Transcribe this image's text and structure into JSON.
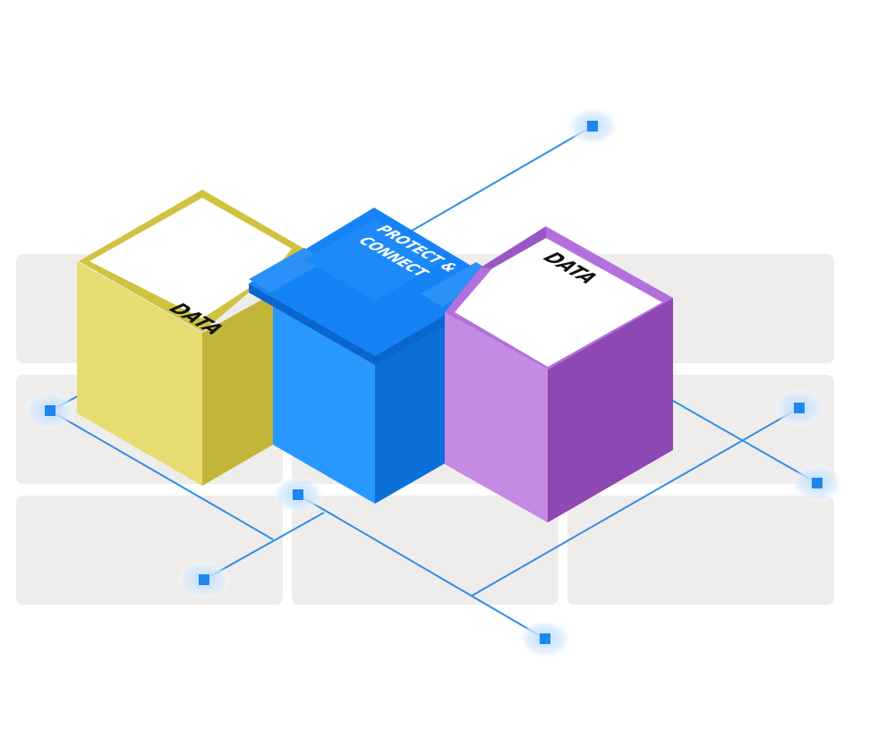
{
  "colors": {
    "background": "#ffffff",
    "tile": "#eeedec",
    "line": "#2f8fe8",
    "node": "#1f86f0",
    "node_glow": "#bcdcfb",
    "yellow_top": "#cfc33f",
    "yellow_front": "#e6dc72",
    "yellow_side": "#c2b53a",
    "blue_top": "#1e78ee",
    "blue_front": "#2898ff",
    "blue_side": "#0a70d8",
    "blue_lid": "#1583f5",
    "purple_top": "#b370dc",
    "purple_front": "#c58ae3",
    "purple_side": "#8d48b3",
    "panel_white": "#ffffff",
    "label_dark": "#111111",
    "label_light": "#ffffff"
  },
  "cubes": [
    {
      "id": "yellow",
      "label": "DATA",
      "color": "yellow"
    },
    {
      "id": "blue",
      "label_line1": "PROTECT &",
      "label_line2": "CONNECT",
      "color": "blue"
    },
    {
      "id": "purple",
      "label": "DATA",
      "color": "purple"
    }
  ],
  "icons": {
    "node": "connection-node-icon"
  }
}
